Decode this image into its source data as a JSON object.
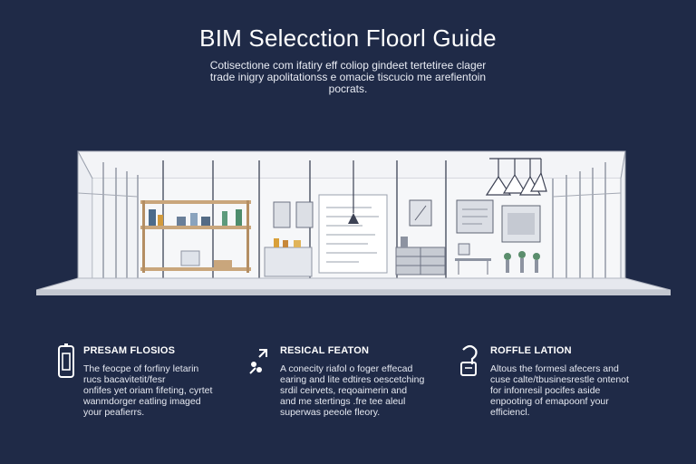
{
  "header": {
    "title": "BIM Selecction Floorl Guide",
    "subtitle_lines": [
      "Cotisectione com ifatiry eff coliop gindeet tertetiree clager",
      "trade inigry apolitationss e omacie tiscucio me arefientoin",
      "pocrats."
    ]
  },
  "features": [
    {
      "icon": "mobile-device-icon",
      "title": "PRESAM FLOSIOS",
      "lines": [
        "The feocpe of forfiny letarin",
        "rucs  bacavitetit/fesr",
        "onfifes yet oriam fifeting, cyrtet",
        "wanmdorger eatling imaged",
        "your peafierrs."
      ]
    },
    {
      "icon": "expand-arrows-icon",
      "title": "RESICAL FEATON",
      "lines": [
        "A conecity riafol o foger effecad",
        "earing and  lite edtires oescetching",
        "srdil ceirvets, reqoaimerin and",
        "and me stertings .fre tee aleul",
        "superwas peeole fleory."
      ]
    },
    {
      "icon": "tag-icon",
      "title": "ROFFLE LATION",
      "lines": [
        "Altous the formesl afecers and",
        "cuse calte/tbusinesrestle ontenot",
        "for infonresil pocifes aside",
        "enpooting of emapoonf your",
        "efficiencl."
      ]
    }
  ],
  "colors": {
    "background": "#1f2a47",
    "floor": "#e6e8ee",
    "wall": "#f4f5f8",
    "frame": "#6d7383"
  }
}
